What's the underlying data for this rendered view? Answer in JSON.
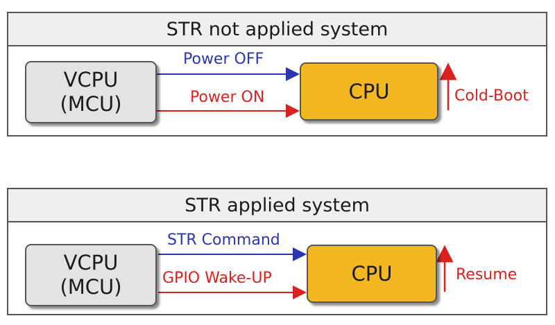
{
  "colors": {
    "power_off": "#2a36b0",
    "power_on": "#d9211f",
    "cpu_fill": "#f3b81f",
    "vcpu_fill": "#e3e3e6"
  },
  "panels": [
    {
      "title": "STR not applied system",
      "vcpu_line1": "VCPU",
      "vcpu_line2": "(MCU)",
      "cpu": "CPU",
      "edge_top": "Power OFF",
      "edge_bottom": "Power ON",
      "side_label": "Cold-Boot"
    },
    {
      "title": "STR applied system",
      "vcpu_line1": "VCPU",
      "vcpu_line2": "(MCU)",
      "cpu": "CPU",
      "edge_top": "STR Command",
      "edge_bottom": "GPIO Wake-UP",
      "side_label": "Resume"
    }
  ]
}
